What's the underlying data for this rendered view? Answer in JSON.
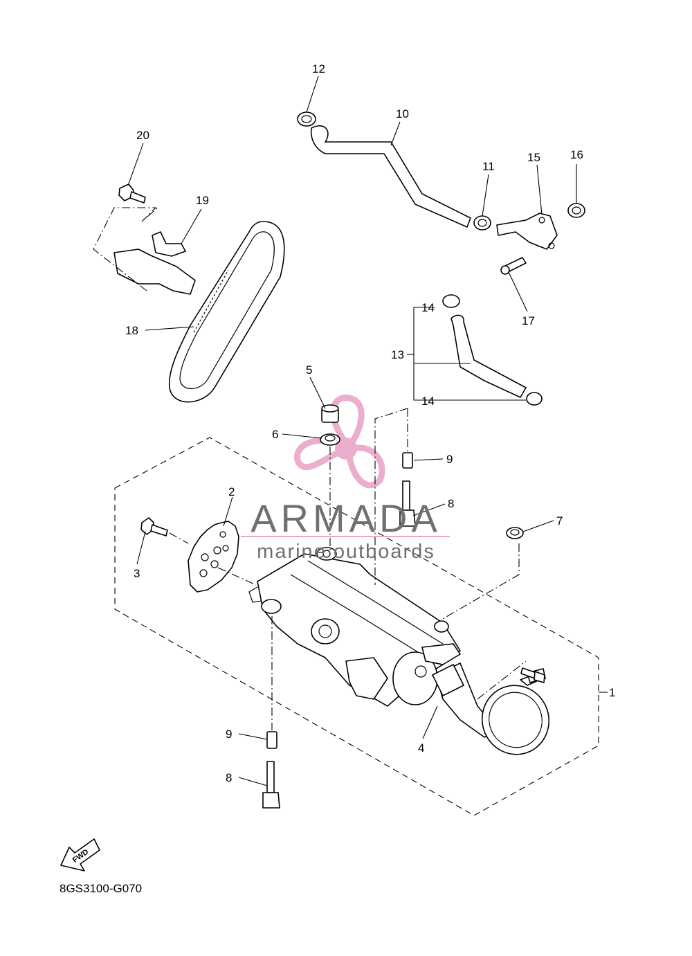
{
  "diagram_code": "8GS3100-G070",
  "direction_arrow": "FWD",
  "watermark": {
    "brand": "ARMADA",
    "tagline": "marine outboards",
    "logo_color": "#e9a6c8",
    "text_color": "#707070"
  },
  "parts": [
    {
      "ref": "1"
    },
    {
      "ref": "2"
    },
    {
      "ref": "3"
    },
    {
      "ref": "4"
    },
    {
      "ref": "5"
    },
    {
      "ref": "6"
    },
    {
      "ref": "7"
    },
    {
      "ref": "8"
    },
    {
      "ref": "9"
    },
    {
      "ref": "10"
    },
    {
      "ref": "11"
    },
    {
      "ref": "12"
    },
    {
      "ref": "13"
    },
    {
      "ref": "14"
    },
    {
      "ref": "15"
    },
    {
      "ref": "16"
    },
    {
      "ref": "17"
    },
    {
      "ref": "18"
    },
    {
      "ref": "19"
    },
    {
      "ref": "20"
    }
  ]
}
